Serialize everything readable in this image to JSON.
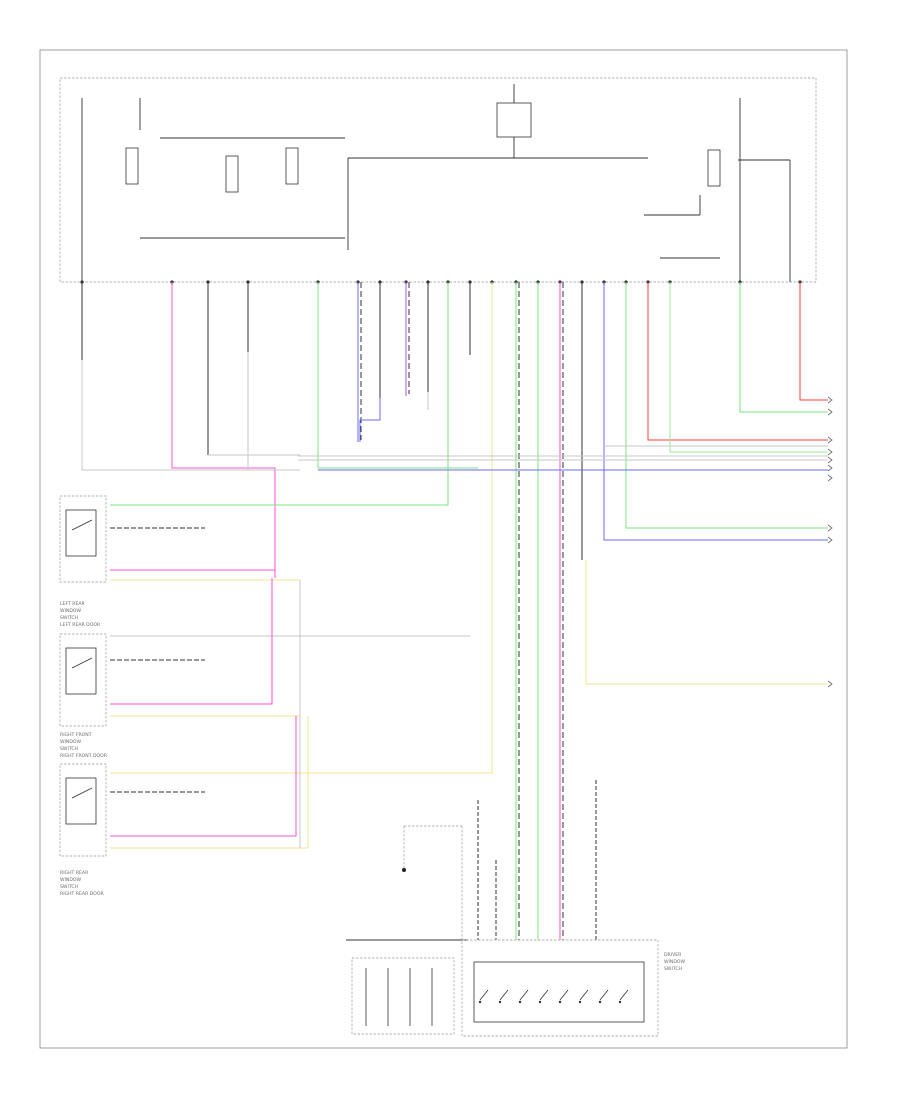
{
  "diagram": {
    "page_tag": "",
    "left_modules": [
      {
        "name_lines": [
          "LEFT REAR",
          "WINDOW",
          "SWITCH",
          "LEFT REAR DOOR"
        ]
      },
      {
        "name_lines": [
          "RIGHT FRONT",
          "WINDOW",
          "SWITCH",
          "RIGHT FRONT DOOR"
        ]
      },
      {
        "name_lines": [
          "RIGHT REAR",
          "WINDOW",
          "SWITCH",
          "RIGHT REAR DOOR"
        ]
      }
    ],
    "bottom_module": {
      "name_lines": [
        "DRIVER",
        "WINDOW",
        "SWITCH"
      ]
    },
    "wire_colors": {
      "black": "#333333",
      "gray": "#c7c7c7",
      "pink": "#ff4fd8",
      "green": "#7fe07f",
      "blue": "#6b6bff",
      "violet": "#b14fff",
      "yellow": "#f0e68c",
      "red": "#ff3b3b",
      "lightgreen": "#9ae89a",
      "olive": "#c9d84f"
    }
  }
}
